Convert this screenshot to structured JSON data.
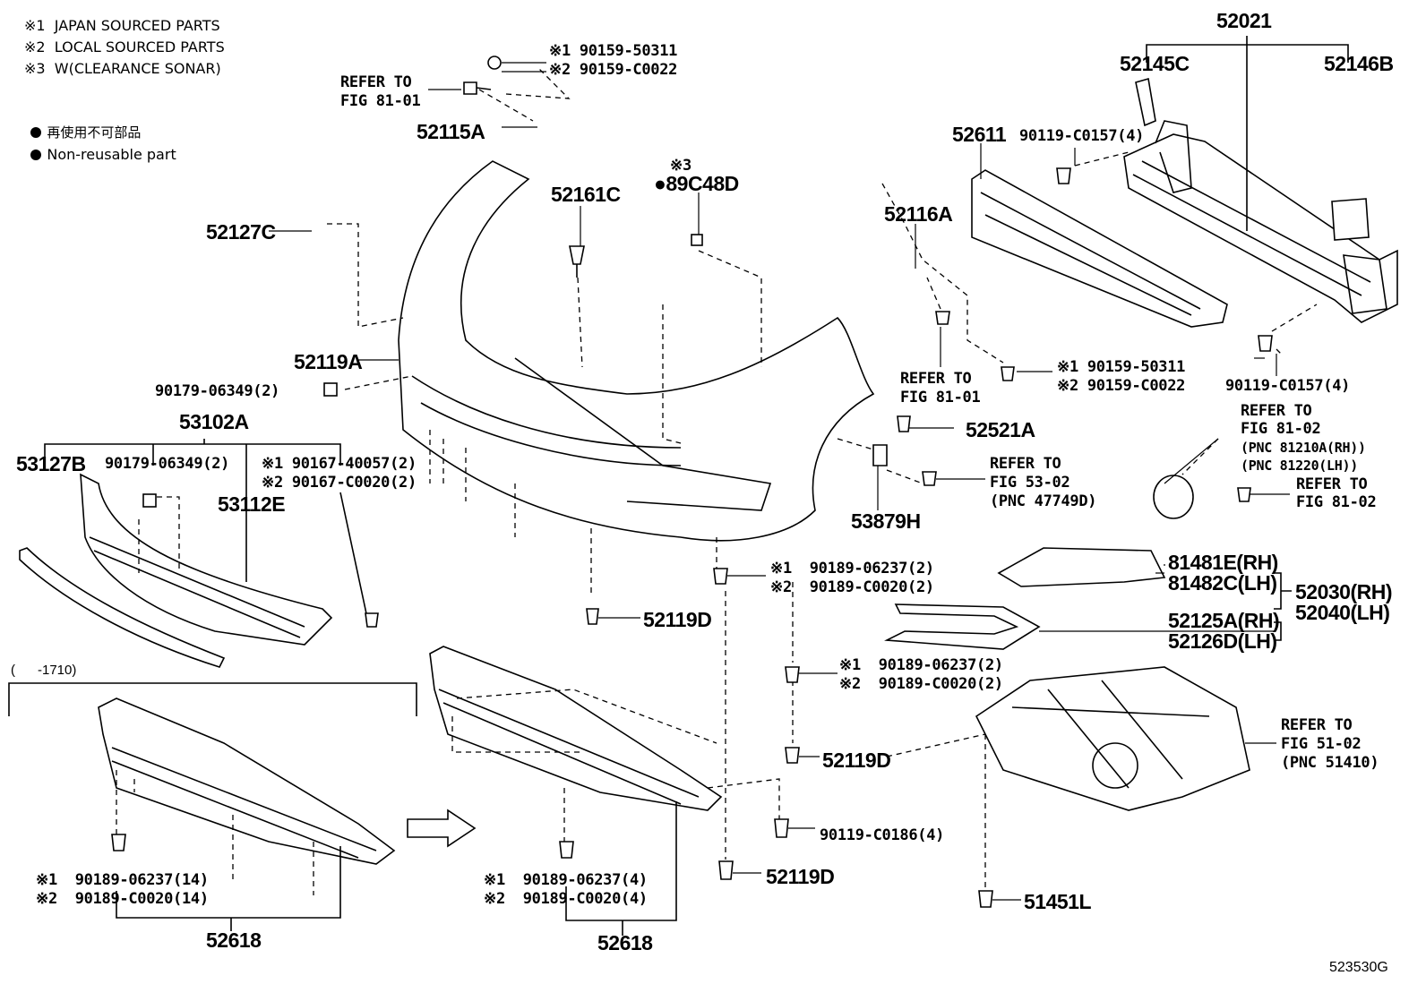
{
  "legend": {
    "note1": "※1  JAPAN SOURCED PARTS",
    "note2": "※2  LOCAL SOURCED PARTS",
    "note3": "※3  W(CLEARANCE SONAR)",
    "nonreusable_jp": "再使用不可部品",
    "nonreusable_en": "Non-reusable part"
  },
  "labels": {
    "p52021": "52021",
    "p52145C": "52145C",
    "p52146B": "52146B",
    "p52611": "52611",
    "p90119_top": "90119-C0157(4)",
    "p90119_bot": "90119-C0157(4)",
    "p52116A": "52116A",
    "refer8101_a1": "REFER TO",
    "refer8101_a2": "FIG 81-01",
    "refer8101_b1": "REFER TO",
    "refer8101_b2": "FIG 81-01",
    "clip_top1": "※1 90159-50311",
    "clip_top2": "※2 90159-C0022",
    "clip_mid1": "※1 90159-50311",
    "clip_mid2": "※2 90159-C0022",
    "p52115A": "52115A",
    "p52161C": "52161C",
    "note3_mark": "※3",
    "p89C48D": "●89C48D",
    "p52127C": "52127C",
    "p52119A": "52119A",
    "nut_a": "90179-06349(2)",
    "p53102A": "53102A",
    "p53127B": "53127B",
    "nut_b": "90179-06349(2)",
    "p53112E": "53112E",
    "screw1": "※1 90167-40057(2)",
    "screw2": "※2 90167-C0020(2)",
    "p52521A": "52521A",
    "refer5302_1": "REFER TO",
    "refer5302_2": "FIG 53-02",
    "refer5302_3": "(PNC 47749D)",
    "p53879H": "53879H",
    "refer8102_1": "REFER TO",
    "refer8102_2": "FIG 81-02",
    "refer8102_3": "(PNC 81210A(RH))",
    "refer8102_4": "(PNC 81220(LH))",
    "refer8102b_1": "REFER TO",
    "refer8102b_2": "FIG 81-02",
    "clipA1": "※1  90189-06237(2)",
    "clipA2": "※2  90189-C0020(2)",
    "p52119D_a": "52119D",
    "p81481E": "81481E(RH)",
    "p81482C": "81482C(LH)",
    "p52030": "52030(RH)",
    "p52040": "52040(LH)",
    "p52125A": "52125A(RH)",
    "p52126D": "52126D(LH)",
    "clipB1": "※1  90189-06237(2)",
    "clipB2": "※2  90189-C0020(2)",
    "p52119D_b": "52119D",
    "refer5102_1": "REFER TO",
    "refer5102_2": "FIG 51-02",
    "refer5102_3": "(PNC 51410)",
    "date_range": "(      -1710)",
    "p90119_c": "90119-C0186(4)",
    "clipC1": "※1  90189-06237(14)",
    "clipC2": "※2  90189-C0020(14)",
    "clipD1": "※1  90189-06237(4)",
    "clipD2": "※2  90189-C0020(4)",
    "p52119D_c": "52119D",
    "p51451L": "51451L",
    "p52618_a": "52618",
    "p52618_b": "52618",
    "fig_code": "523530G"
  }
}
